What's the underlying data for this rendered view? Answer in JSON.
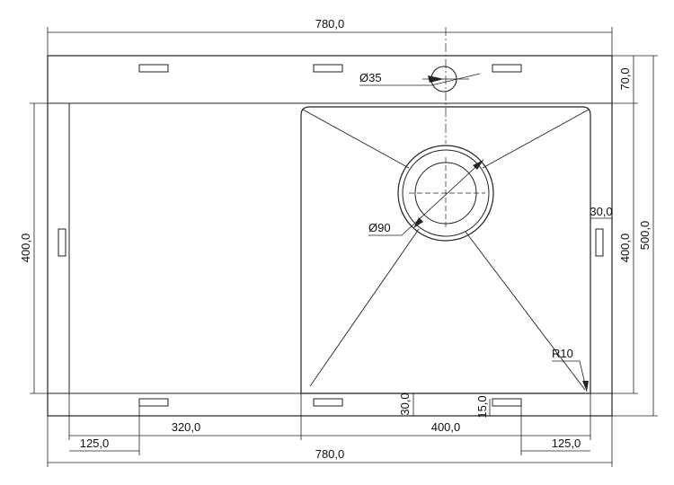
{
  "dimensions": {
    "top_total_width": "780,0",
    "bottom_total_width": "780,0",
    "right_total_height": "500,0",
    "top_strip_height": "70,0",
    "left_bowl_height": "400,0",
    "right_bowl_height": "400,0",
    "right_edge_offset": "30,0",
    "drainboard_width": "320,0",
    "bowl_width": "400,0",
    "left_slot_offset": "125,0",
    "right_slot_offset": "125,0",
    "bottom_offset_a": "30,0",
    "bottom_offset_b": "15,0",
    "tap_hole_diameter": "Ø35",
    "drain_diameter": "Ø90",
    "corner_radius": "R10"
  }
}
